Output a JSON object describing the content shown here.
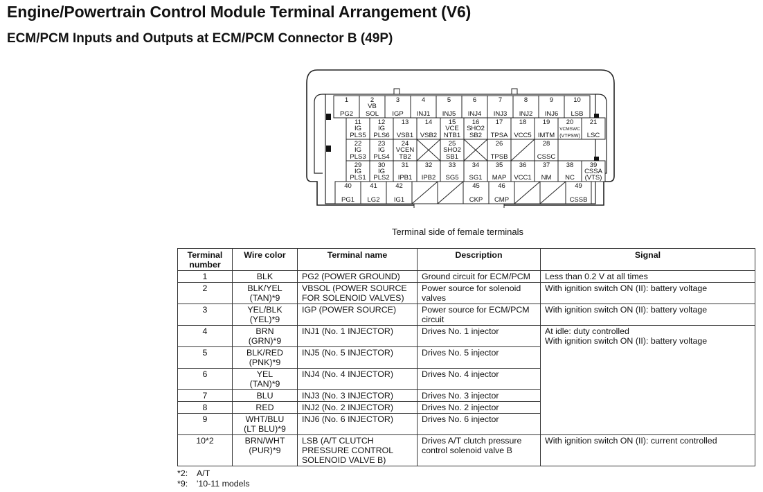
{
  "title": "Engine/Powertrain Control Module Terminal Arrangement (V6)",
  "subtitle": "ECM/PCM Inputs and Outputs at ECM/PCM Connector B (49P)",
  "caption": "Terminal side of female terminals",
  "connector": {
    "row1": [
      {
        "n": "1",
        "l": "",
        "s": "PG2"
      },
      {
        "n": "2",
        "l": "VB",
        "s": "SOL"
      },
      {
        "n": "3",
        "l": "",
        "s": "IGP"
      },
      {
        "n": "4",
        "l": "",
        "s": "INJ1"
      },
      {
        "n": "5",
        "l": "",
        "s": "INJ5"
      },
      {
        "n": "6",
        "l": "",
        "s": "INJ4"
      },
      {
        "n": "7",
        "l": "",
        "s": "INJ3"
      },
      {
        "n": "8",
        "l": "",
        "s": "INJ2"
      },
      {
        "n": "9",
        "l": "",
        "s": "INJ6"
      },
      {
        "n": "10",
        "l": "",
        "s": "LSB"
      }
    ],
    "row2": [
      {
        "n": "11",
        "l": "IG",
        "s": "PLS5"
      },
      {
        "n": "12",
        "l": "IG",
        "s": "PLS6"
      },
      {
        "n": "13",
        "l": "",
        "s": "VSB1"
      },
      {
        "n": "14",
        "l": "",
        "s": "VSB2"
      },
      {
        "n": "15",
        "l": "VCE",
        "s": "NTB1"
      },
      {
        "n": "16",
        "l": "SHO2",
        "s": "SB2"
      },
      {
        "n": "17",
        "l": "",
        "s": "TPSA"
      },
      {
        "n": "18",
        "l": "",
        "s": "VCC5"
      },
      {
        "n": "19",
        "l": "",
        "s": "IMTM"
      },
      {
        "n": "20",
        "l": "VCMSWC",
        "s": "(VTPSW)"
      },
      {
        "n": "21",
        "l": "",
        "s": "LSC"
      }
    ],
    "row3": [
      {
        "n": "22",
        "l": "IG",
        "s": "PLS3"
      },
      {
        "n": "23",
        "l": "IG",
        "s": "PLS4"
      },
      {
        "n": "24",
        "l": "VCEN",
        "s": "TB2"
      },
      {
        "n": "",
        "l": "",
        "s": "",
        "x": true
      },
      {
        "n": "25",
        "l": "SHO2",
        "s": "SB1"
      },
      {
        "n": "",
        "l": "",
        "s": "",
        "x": true
      },
      {
        "n": "26",
        "l": "",
        "s": "TPSB"
      },
      {
        "n": "",
        "l": "",
        "s": "",
        "d": true
      },
      {
        "n": "28",
        "l": "",
        "s": "CSSC"
      }
    ],
    "row4": [
      {
        "n": "29",
        "l": "IG",
        "s": "PLS1"
      },
      {
        "n": "30",
        "l": "IG",
        "s": "PLS2"
      },
      {
        "n": "31",
        "l": "",
        "s": "IPB1"
      },
      {
        "n": "32",
        "l": "",
        "s": "IPB2"
      },
      {
        "n": "33",
        "l": "",
        "s": "SG5"
      },
      {
        "n": "34",
        "l": "",
        "s": "SG1"
      },
      {
        "n": "35",
        "l": "",
        "s": "MAP"
      },
      {
        "n": "36",
        "l": "",
        "s": "VCC1"
      },
      {
        "n": "37",
        "l": "",
        "s": "NM"
      },
      {
        "n": "38",
        "l": "",
        "s": "NC"
      },
      {
        "n": "39",
        "l": "CSSA",
        "s": "(VTS)"
      }
    ],
    "row5": [
      {
        "n": "40",
        "s": "PG1"
      },
      {
        "n": "41",
        "s": "LG2"
      },
      {
        "n": "42",
        "s": "IG1"
      },
      {
        "n": "",
        "s": "",
        "d": true
      },
      {
        "n": "",
        "s": "",
        "d": true
      },
      {
        "n": "45",
        "s": "CKP"
      },
      {
        "n": "46",
        "s": "CMP"
      },
      {
        "n": "",
        "s": "",
        "d": true
      },
      {
        "n": "",
        "s": "",
        "d": true
      },
      {
        "n": "49",
        "s": "CSSB"
      }
    ]
  },
  "table": {
    "headers": [
      "Terminal number",
      "Wire color",
      "Terminal name",
      "Description",
      "Signal"
    ],
    "rows": [
      {
        "num": "1",
        "wire": "BLK",
        "wire2": "",
        "name": "PG2 (POWER GROUND)",
        "desc": "Ground circuit for ECM/PCM",
        "signal": "Less than 0.2 V at all times"
      },
      {
        "num": "2",
        "wire": "BLK/YEL",
        "wire2": "(TAN)*9",
        "name": "VBSOL (POWER SOURCE FOR SOLENOID VALVES)",
        "desc": "Power source for solenoid valves",
        "signal": "With ignition switch ON (II): battery voltage"
      },
      {
        "num": "3",
        "wire": "YEL/BLK",
        "wire2": "(YEL)*9",
        "name": "IGP (POWER SOURCE)",
        "desc": "Power source for ECM/PCM circuit",
        "signal": "With ignition switch ON (II): battery voltage"
      },
      {
        "num": "4",
        "wire": "BRN",
        "wire2": "(GRN)*9",
        "name": "INJ1 (No. 1 INJECTOR)",
        "desc": "Drives No. 1 injector",
        "signal": "At idle: duty controlled\nWith ignition switch ON (II): battery voltage"
      },
      {
        "num": "5",
        "wire": "BLK/RED",
        "wire2": "(PNK)*9",
        "name": "INJ5 (No. 5 INJECTOR)",
        "desc": "Drives No. 5 injector",
        "signal": ""
      },
      {
        "num": "6",
        "wire": "YEL",
        "wire2": "(TAN)*9",
        "name": "INJ4 (No. 4 INJECTOR)",
        "desc": "Drives No. 4 injector",
        "signal": ""
      },
      {
        "num": "7",
        "wire": "BLU",
        "wire2": "",
        "name": "INJ3 (No. 3 INJECTOR)",
        "desc": "Drives No. 3 injector",
        "signal": ""
      },
      {
        "num": "8",
        "wire": "RED",
        "wire2": "",
        "name": "INJ2 (No. 2 INJECTOR)",
        "desc": "Drives No. 2 injector",
        "signal": ""
      },
      {
        "num": "9",
        "wire": "WHT/BLU",
        "wire2": "(LT BLU)*9",
        "name": "INJ6 (No. 6 INJECTOR)",
        "desc": "Drives No. 6 injector",
        "signal": ""
      },
      {
        "num": "10*2",
        "wire": "BRN/WHT",
        "wire2": "(PUR)*9",
        "name": "LSB (A/T CLUTCH PRESSURE CONTROL SOLENOID VALVE B)",
        "desc": "Drives A/T clutch pressure control solenoid valve B",
        "signal": "With ignition switch ON (II): current controlled"
      }
    ]
  },
  "footnotes": [
    {
      "key": "*2:",
      "text": "A/T"
    },
    {
      "key": "*9:",
      "text": "'10-11 models"
    }
  ]
}
